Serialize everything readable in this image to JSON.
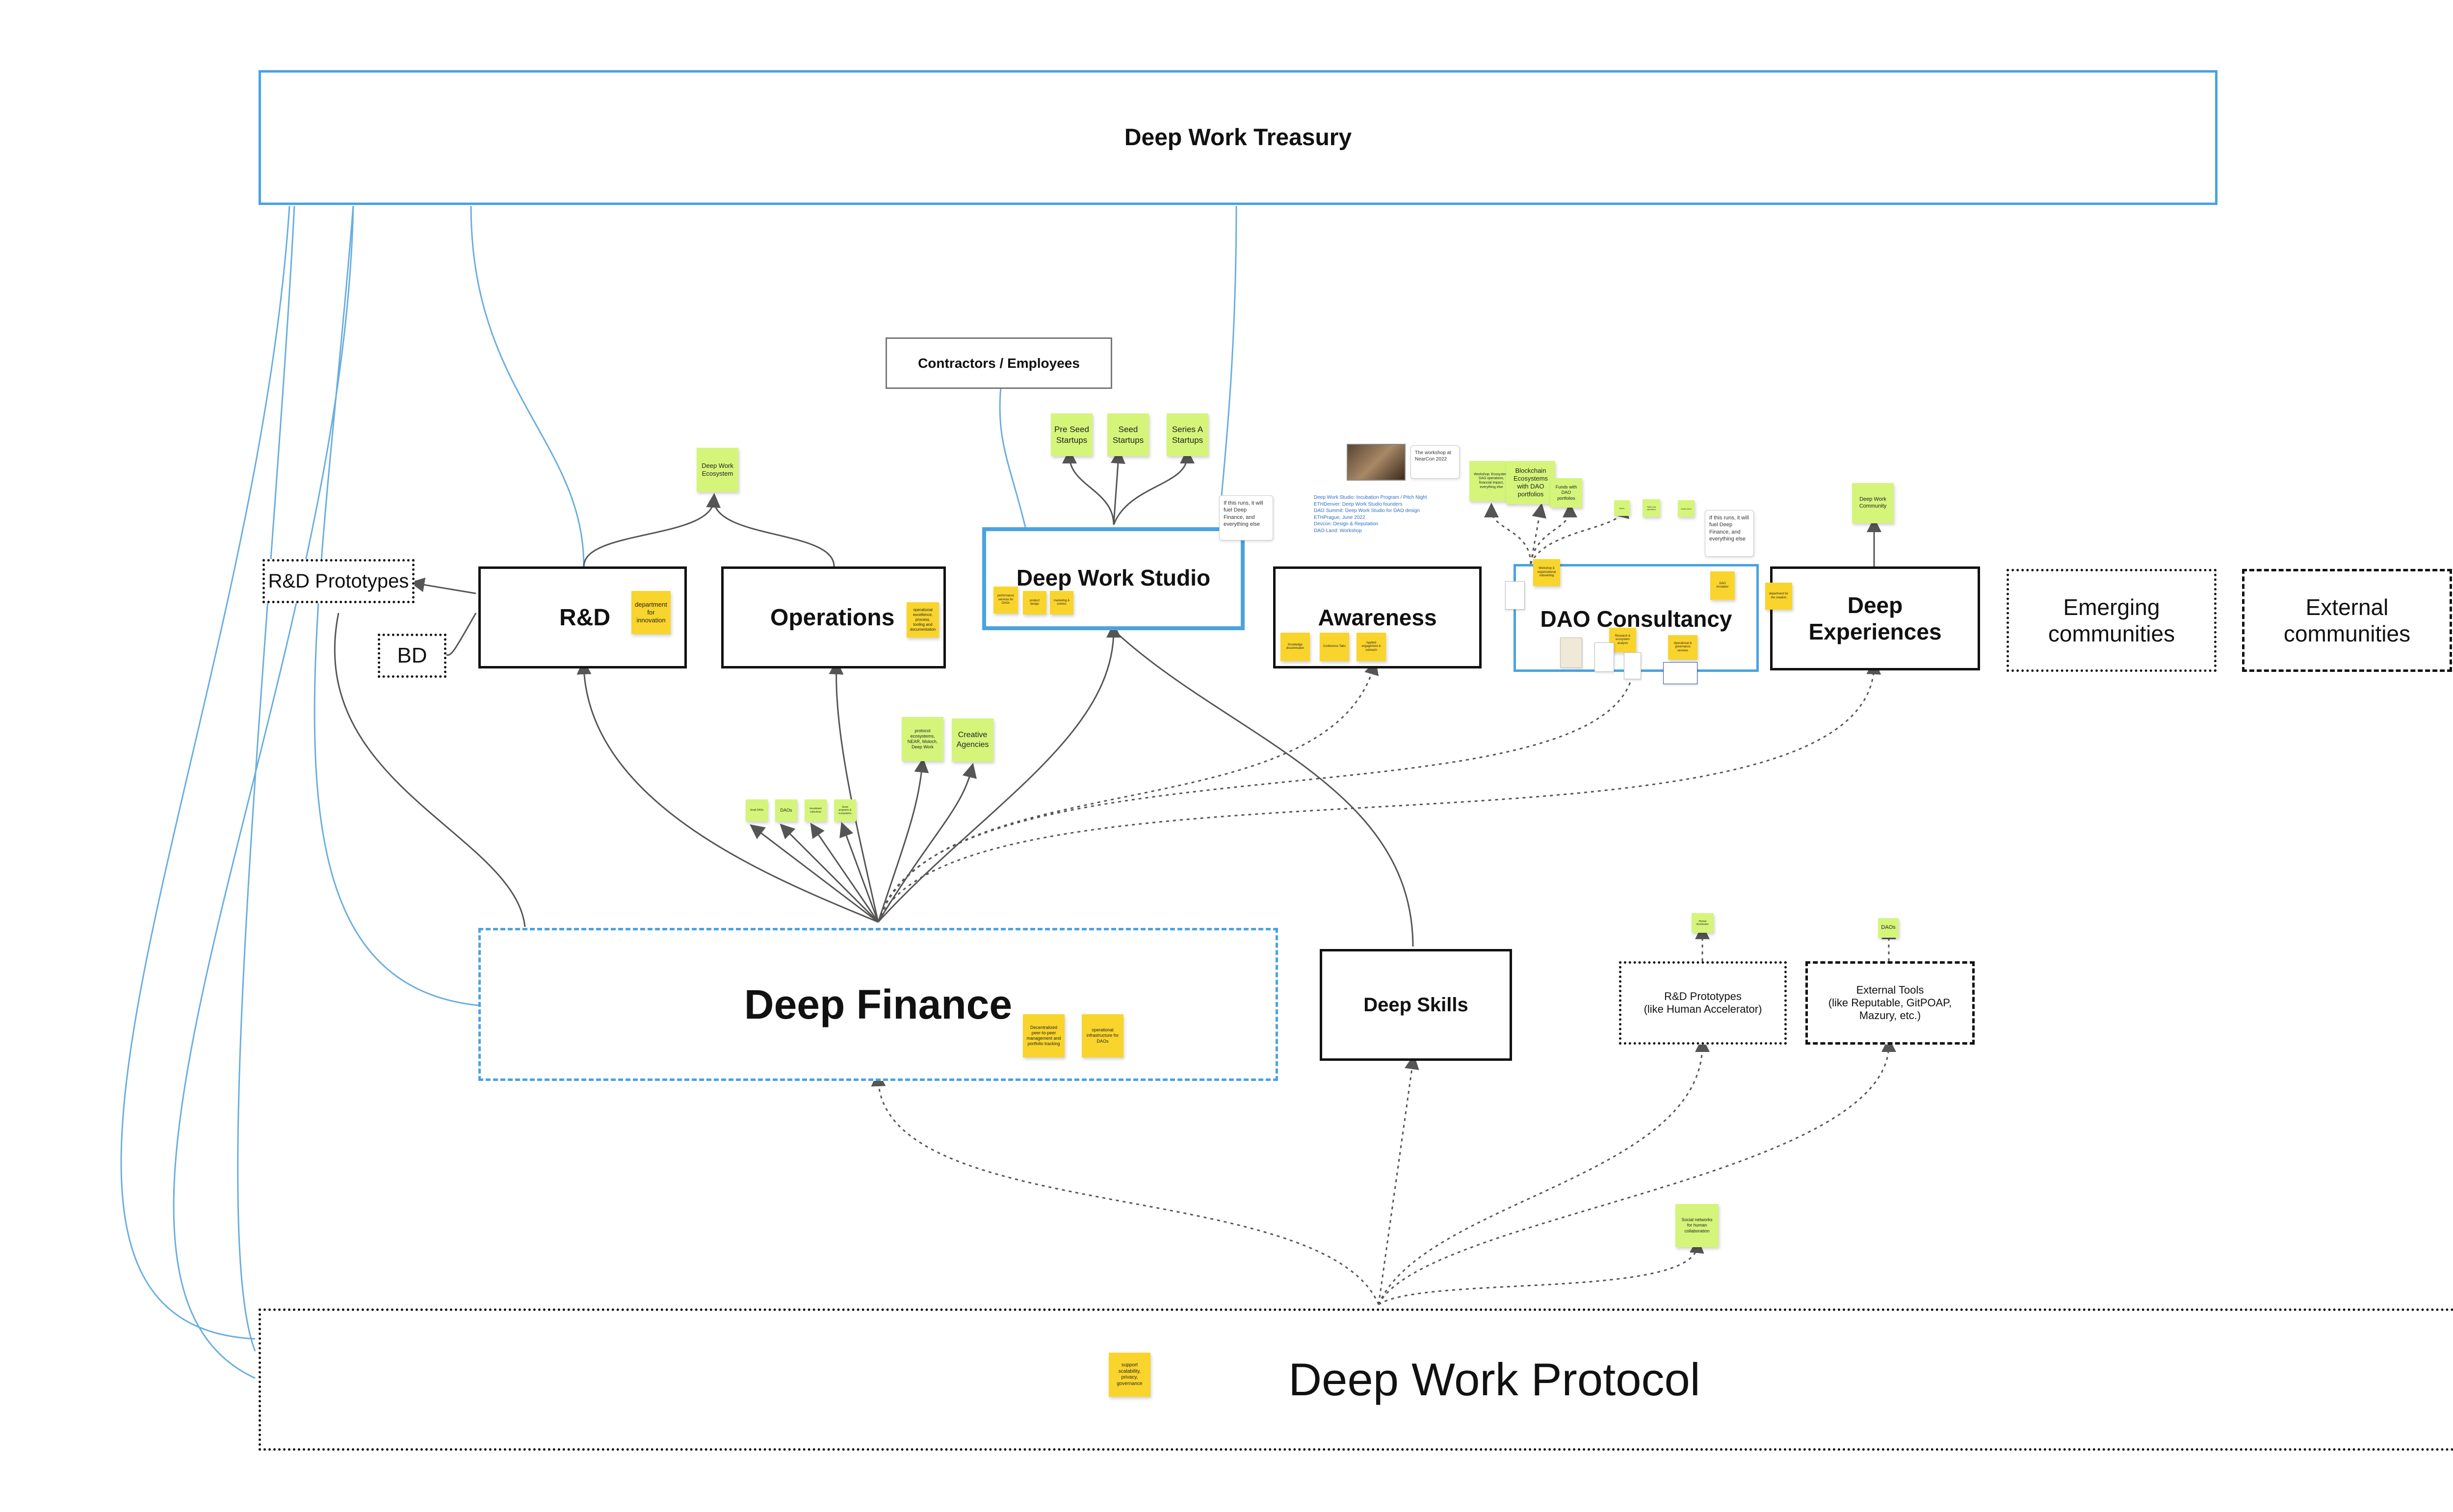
{
  "treasury": {
    "title": "Deep Work Treasury"
  },
  "contractors": {
    "title": "Contractors / Employees"
  },
  "departments": {
    "rnd": {
      "title": "R&D",
      "sticky": "department for innovation"
    },
    "operations": {
      "title": "Operations",
      "sticky": "operational excellence, process, tooling and documentation"
    },
    "studio": {
      "title": "Deep Work Studio",
      "stickies": [
        "performance services for DAOs",
        "product design",
        "marketing & comms"
      ]
    },
    "awareness": {
      "title": "Awareness",
      "stickies": [
        "Knowledge dissemination",
        "Conference Talks",
        "Applied engagement & outreach"
      ]
    },
    "dao_consultancy": {
      "title": "DAO Consultancy",
      "stickies": [
        "Workshop & organizational onboarding",
        "DAO incubator",
        "Research & ecosystem analysis",
        "Operational & governance services"
      ]
    },
    "experiences": {
      "title": "Deep\nExperiences",
      "sticky": "department for the creation"
    },
    "emerging": {
      "title": "Emerging\ncommunities"
    },
    "external": {
      "title": "External\ncommunities"
    }
  },
  "rnd_prototypes": {
    "title": "R&D Prototypes"
  },
  "bd": {
    "title": "BD"
  },
  "deep_work_ecosystem": {
    "label": "Deep Work Ecosystem"
  },
  "startups": [
    "Pre Seed Startups",
    "Seed Startups",
    "Series A Startups"
  ],
  "studio_note": "If this runs, it will fuel Deep Finance, and everything else",
  "dao_note": "If this runs, it will fuel Deep Finance, and everything else",
  "awareness_photo_caption": "The workshop at NearCon 2022",
  "awareness_links": [
    "Deep Work Studio: Incubation Program / Pitch Night",
    "ETHDenver: Deep Work Studio founders",
    "DAO Summit: Deep Work Studio for DAO design",
    "ETHPrague, June 2022",
    "Devcon: Design & Reputation",
    "DAO-Land: Workshop"
  ],
  "dao_top_stickies": [
    "Workshop: Ecosystem, DAO operations, financial impact, everything else",
    "Blockchain Ecosystems with DAO portfolios",
    "Funds with DAO portfolios",
    "DAOs",
    "Talent and operations",
    "Small DAOs"
  ],
  "experiences_top": "Deep Work Community",
  "finance": {
    "title": "Deep Finance",
    "stickies": [
      "Decentralized peer-to-peer management and portfolio tracking",
      "operational infrastructure for DAOs"
    ]
  },
  "finance_targets": [
    "Small DAOs",
    "DAOs",
    "Investment collectives",
    "Grant programs & ecosystems"
  ],
  "finance_right_stickies": [
    "protocol ecosystems, NEAR, Moloch, Deep Work",
    "Creative Agencies"
  ],
  "skills": {
    "title": "Deep Skills"
  },
  "rnd_prototypes_small": {
    "title": "R&D Prototypes\n(like Human Accelerator)",
    "sticky": "Human Accelerator"
  },
  "external_tools": {
    "title": "External Tools\n(like Reputable, GitPOAP,\nMazury, etc.)",
    "sticky": "DAOs"
  },
  "social_sticky": "Social networks for human collaboration",
  "protocol": {
    "title": "Deep Work Protocol",
    "sticky": "support scalability, privacy, governance"
  },
  "colors": {
    "blue_line": "#6aaee0",
    "gray_line": "#555555",
    "sticky_yellow": "#f9d42c",
    "sticky_green": "#d4f57a"
  }
}
